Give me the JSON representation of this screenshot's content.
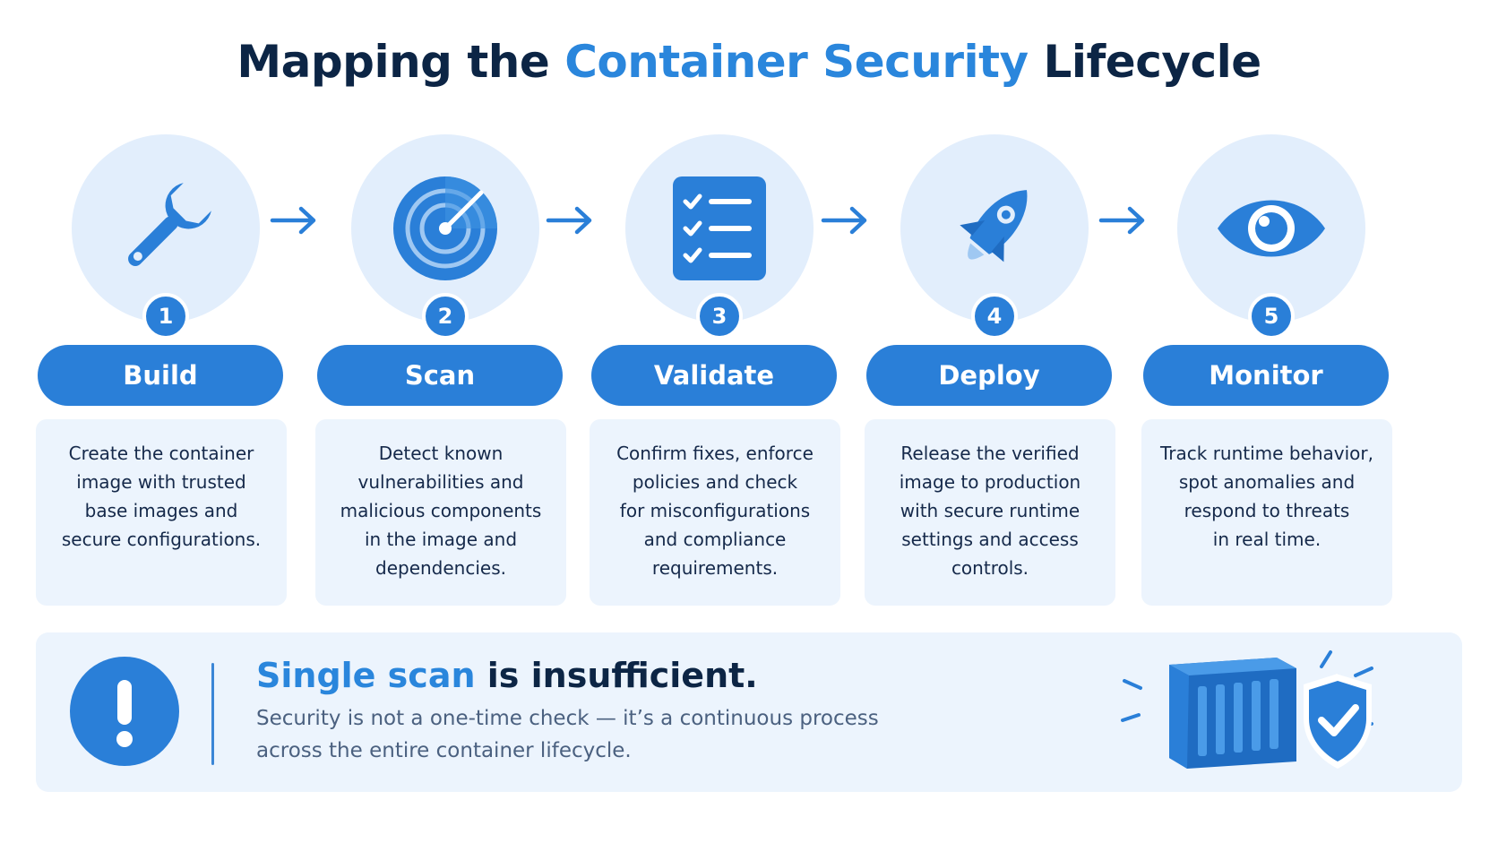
{
  "title": {
    "part1": "Mapping the ",
    "part2": "Container Security",
    "part3": " Lifecycle"
  },
  "colors": {
    "accent": "#2a7fd8",
    "dark": "#0c2545",
    "circle_bg": "#e2eefc",
    "card_bg": "#ecf4fd"
  },
  "steps": [
    {
      "number": "1",
      "label": "Build",
      "icon": "wrench-icon",
      "lines": [
        "Create the container",
        "image with trusted",
        "base images and",
        "secure configurations."
      ]
    },
    {
      "number": "2",
      "label": "Scan",
      "icon": "radar-icon",
      "lines": [
        "Detect known",
        "vulnerabilities and",
        "malicious components",
        "in the image and",
        "dependencies."
      ]
    },
    {
      "number": "3",
      "label": "Validate",
      "icon": "checklist-icon",
      "lines": [
        "Confirm fixes, enforce",
        "policies and check",
        "for misconfigurations",
        "and compliance",
        "requirements."
      ]
    },
    {
      "number": "4",
      "label": "Deploy",
      "icon": "rocket-icon",
      "lines": [
        "Release the verified",
        "image to production",
        "with secure runtime",
        "settings and access",
        "controls."
      ]
    },
    {
      "number": "5",
      "label": "Monitor",
      "icon": "eye-icon",
      "lines": [
        "Track runtime behavior,",
        "spot anomalies and",
        "respond to threats",
        "in real time."
      ]
    }
  ],
  "banner": {
    "headline_accent": "Single scan",
    "headline_rest": " is insufficient.",
    "line1": "Security is not a one-time check — it’s a continuous process",
    "line2": "across the entire container lifecycle.",
    "alert_icon": "exclamation-icon",
    "illustration_icon": "container-shield-icon"
  }
}
